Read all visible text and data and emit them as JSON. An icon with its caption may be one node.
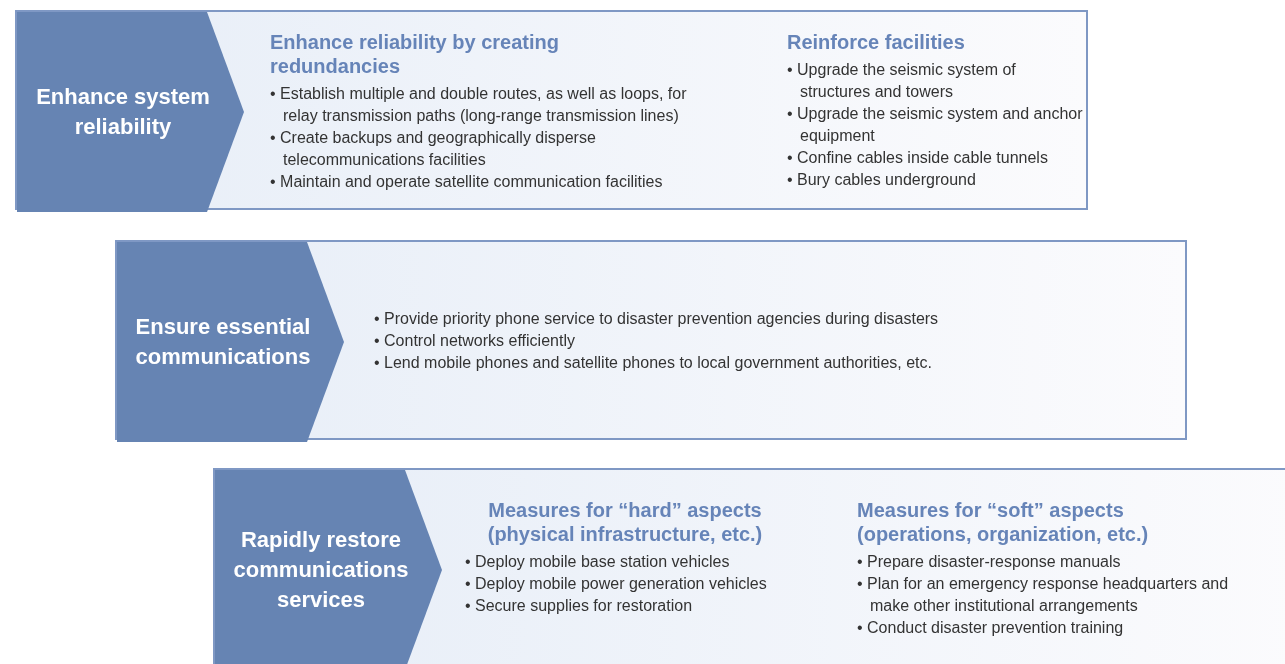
{
  "diagram": {
    "nodes": [
      {
        "text": [
          "Enhance reliability by creating redundancies",
          "• Establish multiple and double routes, as well as loops, for relay transmission paths (long-range transmission lines)",
          "• Create backups and geographically disperse telecommunications facilities",
          "• Maintain and operate satellite communication facilities",
          "Reinforce facilities",
          "• Upgrade the seismic system of structures and towers",
          "• Upgrade the seismic system and anchor equipment",
          "• Confine cables inside cable tunnels",
          "• Bury cables underground"
        ]
      },
      {
        "text": [
          "Enhance system reliability"
        ],
        "in": 0
      },
      {
        "text": [
          "• Provide priority phone service to disaster prevention agencies during disasters",
          "• Control networks efficiently",
          "• Lend mobile phones and satellite phones to local government authorities, etc."
        ]
      },
      {
        "text": [
          "Ensure essential communications"
        ],
        "in": 2
      },
      {
        "text": [
          "Measures for “hard” aspects (physical infrastructure, etc.)",
          "• Deploy mobile base station vehicles",
          "• Deploy mobile power generation vehicles",
          "• Secure supplies for restoration",
          "Measures for “soft” aspects (operations, organization, etc.)",
          "• Prepare disaster-response manuals",
          "• Plan for an emergency response headquarters and make other institutional arrangements",
          "• Conduct disaster prevention training"
        ]
      },
      {
        "text": [
          "Rapidly restore communications services"
        ],
        "in": 4
      }
    ]
  }
}
